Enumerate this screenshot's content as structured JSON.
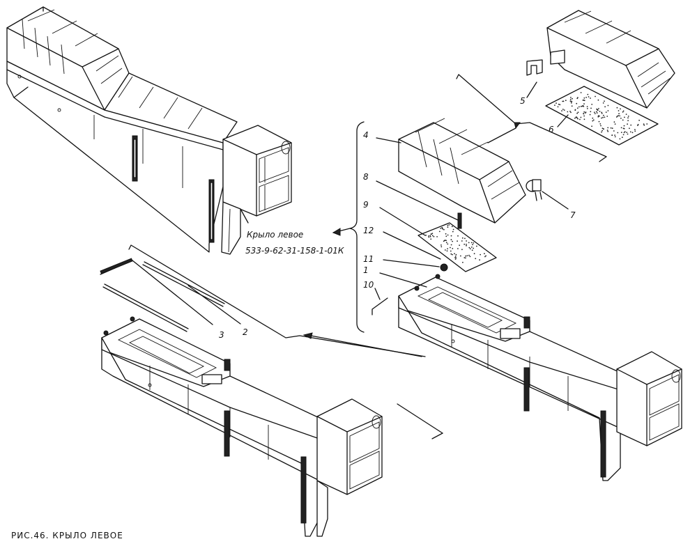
{
  "figure": {
    "caption": "РИС.46. КРЫЛО ЛЕВОЕ",
    "assembly_name": "Крыло левое",
    "assembly_number": "533-9-62-31-158-1-01К"
  },
  "callouts": {
    "c1": "1",
    "c2": "2",
    "c3": "3",
    "c4": "4",
    "c5": "5",
    "c6": "6",
    "c7": "7",
    "c8": "8",
    "c9": "9",
    "c10": "10",
    "c11": "11",
    "c12": "12"
  }
}
